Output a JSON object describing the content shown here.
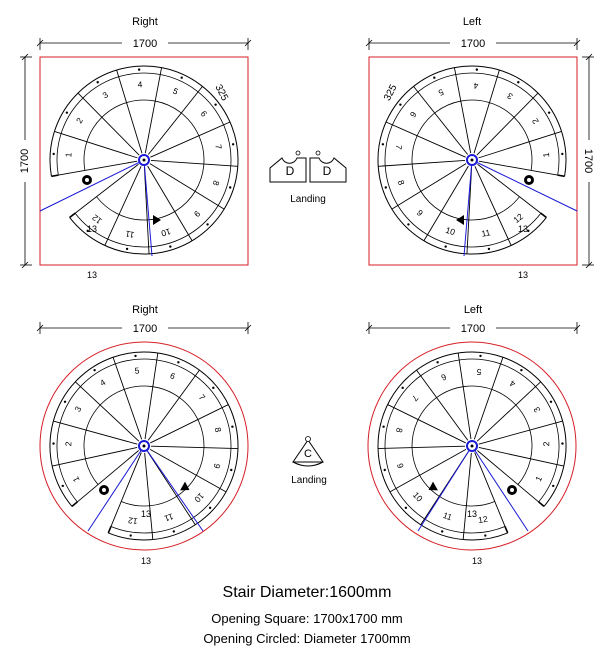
{
  "quadrants": [
    {
      "id": "tl",
      "title": "Right",
      "dim_top": "1700",
      "dim_side": "1700",
      "bottom_label": "13",
      "inside_label": "13",
      "step_label": "325"
    },
    {
      "id": "tr",
      "title": "Left",
      "dim_top": "1700",
      "dim_side": "1700",
      "bottom_label": "13",
      "inside_label": "13",
      "step_label": "325"
    },
    {
      "id": "bl",
      "title": "Right",
      "dim_top": "1700",
      "bottom_label": "13",
      "inside_label": "13"
    },
    {
      "id": "br",
      "title": "Left",
      "dim_top": "1700",
      "bottom_label": "13",
      "inside_label": "13"
    }
  ],
  "landing_square": {
    "shape_letter": "D",
    "caption": "Landing"
  },
  "landing_circle": {
    "shape_letter": "C",
    "caption": "Landing"
  },
  "steps_tl": [
    "1",
    "2",
    "3",
    "4",
    "5",
    "6",
    "7",
    "8",
    "9",
    "10",
    "11",
    "12"
  ],
  "steps_tr": [
    "1",
    "2",
    "3",
    "4",
    "5",
    "6",
    "7",
    "8",
    "9",
    "10",
    "11",
    "12"
  ],
  "steps_bl": [
    "1",
    "2",
    "3",
    "4",
    "5",
    "6",
    "7",
    "8",
    "9",
    "10",
    "11",
    "12"
  ],
  "steps_br": [
    "1",
    "2",
    "3",
    "4",
    "5",
    "6",
    "7",
    "8",
    "9",
    "10",
    "11",
    "12"
  ],
  "captions": {
    "diameter": "Stair Diameter:1600mm",
    "opening_square": "Opening Square: 1700x1700 mm",
    "opening_circled": "Opening Circled: Diameter 1700mm"
  }
}
